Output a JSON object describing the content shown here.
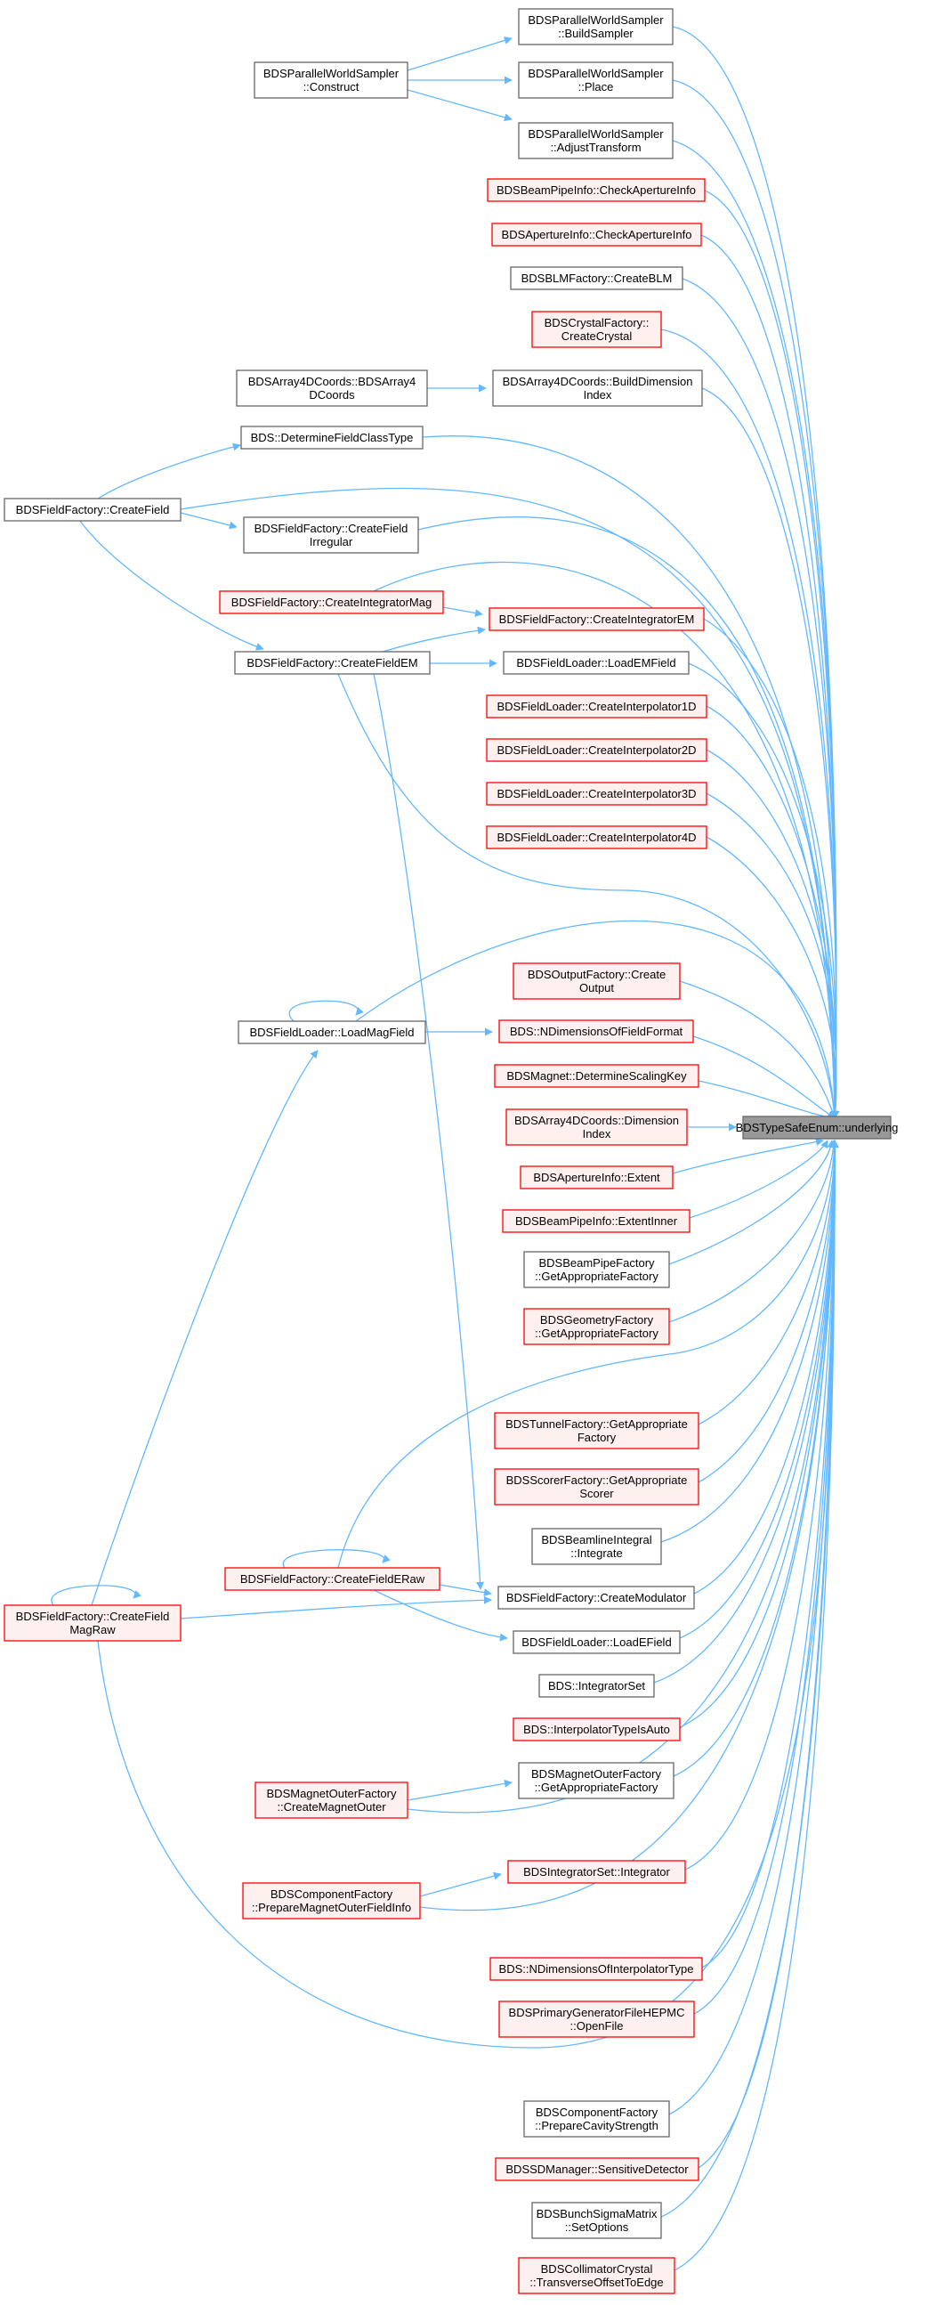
{
  "colors": {
    "edge": "#63B8FF",
    "node_border_normal": "#666666",
    "node_border_red": "#FF0000",
    "node_fill_normal": "#FFFFFF",
    "node_fill_red": "#FFF0F0",
    "node_fill_target": "#999999",
    "node_border_target": "#666666",
    "text": "#000000"
  },
  "nodes": [
    {
      "id": "target",
      "lines": [
        "BDSTypeSafeEnum::underlying"
      ],
      "style": "target",
      "interactable": true
    },
    {
      "id": "pws_build",
      "lines": [
        "BDSParallelWorldSampler",
        "::BuildSampler"
      ],
      "style": "normal",
      "interactable": true
    },
    {
      "id": "pws_construct",
      "lines": [
        "BDSParallelWorldSampler",
        "::Construct"
      ],
      "style": "normal",
      "interactable": true
    },
    {
      "id": "pws_place",
      "lines": [
        "BDSParallelWorldSampler",
        "::Place"
      ],
      "style": "normal",
      "interactable": true
    },
    {
      "id": "pws_adjust",
      "lines": [
        "BDSParallelWorldSampler",
        "::AdjustTransform"
      ],
      "style": "normal",
      "interactable": true
    },
    {
      "id": "bpi_check",
      "lines": [
        "BDSBeamPipeInfo::CheckApertureInfo"
      ],
      "style": "red",
      "interactable": true
    },
    {
      "id": "ai_check",
      "lines": [
        "BDSApertureInfo::CheckApertureInfo"
      ],
      "style": "red",
      "interactable": true
    },
    {
      "id": "blm_create",
      "lines": [
        "BDSBLMFactory::CreateBLM"
      ],
      "style": "normal",
      "interactable": true
    },
    {
      "id": "crystal_create",
      "lines": [
        "BDSCrystalFactory::",
        "CreateCrystal"
      ],
      "style": "red",
      "interactable": true
    },
    {
      "id": "a4d_ctor",
      "lines": [
        "BDSArray4DCoords::BDSArray4",
        "DCoords"
      ],
      "style": "normal",
      "interactable": true
    },
    {
      "id": "a4d_build",
      "lines": [
        "BDSArray4DCoords::BuildDimension",
        "Index"
      ],
      "style": "normal",
      "interactable": true
    },
    {
      "id": "det_field",
      "lines": [
        "BDS::DetermineFieldClassType"
      ],
      "style": "normal",
      "interactable": true
    },
    {
      "id": "ff_create",
      "lines": [
        "BDSFieldFactory::CreateField"
      ],
      "style": "normal",
      "interactable": true
    },
    {
      "id": "ff_irregular",
      "lines": [
        "BDSFieldFactory::CreateField",
        "Irregular"
      ],
      "style": "normal",
      "interactable": true
    },
    {
      "id": "ff_intmag",
      "lines": [
        "BDSFieldFactory::CreateIntegratorMag"
      ],
      "style": "red",
      "interactable": true
    },
    {
      "id": "ff_intem",
      "lines": [
        "BDSFieldFactory::CreateIntegratorEM"
      ],
      "style": "red",
      "interactable": true
    },
    {
      "id": "ff_em",
      "lines": [
        "BDSFieldFactory::CreateFieldEM"
      ],
      "style": "normal",
      "interactable": true
    },
    {
      "id": "fl_loadem",
      "lines": [
        "BDSFieldLoader::LoadEMField"
      ],
      "style": "normal",
      "interactable": true
    },
    {
      "id": "fl_i1d",
      "lines": [
        "BDSFieldLoader::CreateInterpolator1D"
      ],
      "style": "red",
      "interactable": true
    },
    {
      "id": "fl_i2d",
      "lines": [
        "BDSFieldLoader::CreateInterpolator2D"
      ],
      "style": "red",
      "interactable": true
    },
    {
      "id": "fl_i3d",
      "lines": [
        "BDSFieldLoader::CreateInterpolator3D"
      ],
      "style": "red",
      "interactable": true
    },
    {
      "id": "fl_i4d",
      "lines": [
        "BDSFieldLoader::CreateInterpolator4D"
      ],
      "style": "red",
      "interactable": true
    },
    {
      "id": "of_create",
      "lines": [
        "BDSOutputFactory::Create",
        "Output"
      ],
      "style": "red",
      "interactable": true
    },
    {
      "id": "fl_loadmag",
      "lines": [
        "BDSFieldLoader::LoadMagField"
      ],
      "style": "normal",
      "interactable": true
    },
    {
      "id": "ndim_field",
      "lines": [
        "BDS::NDimensionsOfFieldFormat"
      ],
      "style": "red",
      "interactable": true
    },
    {
      "id": "mag_scaling",
      "lines": [
        "BDSMagnet::DetermineScalingKey"
      ],
      "style": "red",
      "interactable": true
    },
    {
      "id": "a4d_dimidx",
      "lines": [
        "BDSArray4DCoords::Dimension",
        "Index"
      ],
      "style": "red",
      "interactable": true
    },
    {
      "id": "ai_extent",
      "lines": [
        "BDSApertureInfo::Extent"
      ],
      "style": "red",
      "interactable": true
    },
    {
      "id": "bpi_extinner",
      "lines": [
        "BDSBeamPipeInfo::ExtentInner"
      ],
      "style": "red",
      "interactable": true
    },
    {
      "id": "bpf_get",
      "lines": [
        "BDSBeamPipeFactory",
        "::GetAppropriateFactory"
      ],
      "style": "normal",
      "interactable": true
    },
    {
      "id": "gf_get",
      "lines": [
        "BDSGeometryFactory",
        "::GetAppropriateFactory"
      ],
      "style": "red",
      "interactable": true
    },
    {
      "id": "tf_get",
      "lines": [
        "BDSTunnelFactory::GetAppropriate",
        "Factory"
      ],
      "style": "red",
      "interactable": true
    },
    {
      "id": "sf_get",
      "lines": [
        "BDSScorerFactory::GetAppropriate",
        "Scorer"
      ],
      "style": "red",
      "interactable": true
    },
    {
      "id": "bli_integrate",
      "lines": [
        "BDSBeamlineIntegral",
        "::Integrate"
      ],
      "style": "normal",
      "interactable": true
    },
    {
      "id": "ff_eraw",
      "lines": [
        "BDSFieldFactory::CreateFieldERaw"
      ],
      "style": "red",
      "interactable": true
    },
    {
      "id": "ff_modulator",
      "lines": [
        "BDSFieldFactory::CreateModulator"
      ],
      "style": "normal",
      "interactable": true
    },
    {
      "id": "ff_magraw",
      "lines": [
        "BDSFieldFactory::CreateField",
        "MagRaw"
      ],
      "style": "red",
      "interactable": true
    },
    {
      "id": "fl_loade",
      "lines": [
        "BDSFieldLoader::LoadEField"
      ],
      "style": "normal",
      "interactable": true
    },
    {
      "id": "integrator_set",
      "lines": [
        "BDS::IntegratorSet"
      ],
      "style": "normal",
      "interactable": true
    },
    {
      "id": "interp_auto",
      "lines": [
        "BDS::InterpolatorTypeIsAuto"
      ],
      "style": "red",
      "interactable": true
    },
    {
      "id": "mof_get",
      "lines": [
        "BDSMagnetOuterFactory",
        "::GetAppropriateFactory"
      ],
      "style": "normal",
      "interactable": true
    },
    {
      "id": "mof_create",
      "lines": [
        "BDSMagnetOuterFactory",
        "::CreateMagnetOuter"
      ],
      "style": "red",
      "interactable": true
    },
    {
      "id": "is_integrator",
      "lines": [
        "BDSIntegratorSet::Integrator"
      ],
      "style": "red",
      "interactable": true
    },
    {
      "id": "cf_prepare",
      "lines": [
        "BDSComponentFactory",
        "::PrepareMagnetOuterFieldInfo"
      ],
      "style": "red",
      "interactable": true
    },
    {
      "id": "ndim_interp",
      "lines": [
        "BDS::NDimensionsOfInterpolatorType"
      ],
      "style": "red",
      "interactable": true
    },
    {
      "id": "pg_open",
      "lines": [
        "BDSPrimaryGeneratorFileHEPMC",
        "::OpenFile"
      ],
      "style": "red",
      "interactable": true
    },
    {
      "id": "cf_cavity",
      "lines": [
        "BDSComponentFactory",
        "::PrepareCavityStrength"
      ],
      "style": "normal",
      "interactable": true
    },
    {
      "id": "sd_sensitive",
      "lines": [
        "BDSSDManager::SensitiveDetector"
      ],
      "style": "red",
      "interactable": true
    },
    {
      "id": "bsm_set",
      "lines": [
        "BDSBunchSigmaMatrix",
        "::SetOptions"
      ],
      "style": "normal",
      "interactable": true
    },
    {
      "id": "cc_transverse",
      "lines": [
        "BDSCollimatorCrystal",
        "::TransverseOffsetToEdge"
      ],
      "style": "red",
      "interactable": true
    }
  ]
}
